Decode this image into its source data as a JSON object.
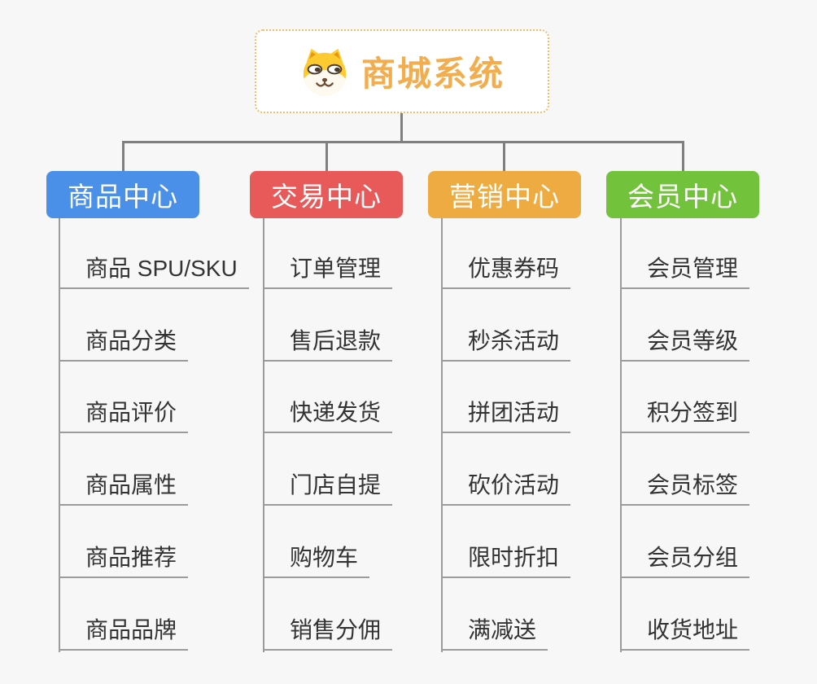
{
  "page": {
    "background_color": "#f7f7f7",
    "connector_color": "#7f7f7f",
    "leaf_line_color": "#9b9b9b"
  },
  "root": {
    "title": "商城系统",
    "icon": "doge-icon",
    "text_color": "#f2ae4e",
    "border_color": "#f3bd66"
  },
  "branches": [
    {
      "label": "商品中心",
      "color": "#4a90e8",
      "children": [
        "商品 SPU/SKU",
        "商品分类",
        "商品评价",
        "商品属性",
        "商品推荐",
        "商品品牌"
      ]
    },
    {
      "label": "交易中心",
      "color": "#e85a5a",
      "children": [
        "订单管理",
        "售后退款",
        "快递发货",
        "门店自提",
        "购物车",
        "销售分佣"
      ]
    },
    {
      "label": "营销中心",
      "color": "#edab41",
      "children": [
        "优惠券码",
        "秒杀活动",
        "拼团活动",
        "砍价活动",
        "限时折扣",
        "满减送"
      ]
    },
    {
      "label": "会员中心",
      "color": "#72c23c",
      "children": [
        "会员管理",
        "会员等级",
        "积分签到",
        "会员标签",
        "会员分组",
        "收货地址"
      ]
    }
  ]
}
